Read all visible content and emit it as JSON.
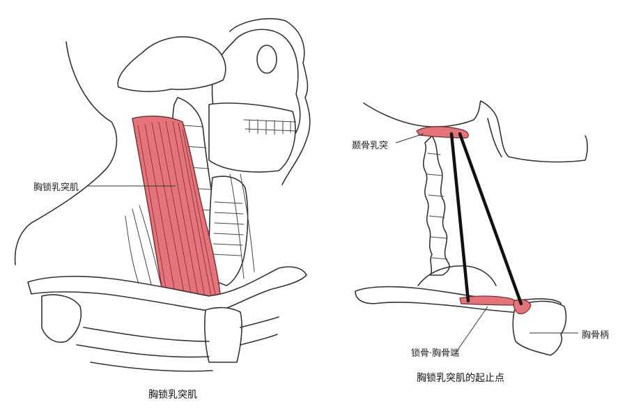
{
  "left_figure": {
    "muscle_label": "胸锁乳突肌",
    "caption": "胸锁乳突肌",
    "muscle_color": "#e4747a"
  },
  "right_figure": {
    "label_mastoid": "颞骨乳突",
    "label_sternal_clavicle": "锁骨·胸骨端",
    "label_manubrium": "胸骨柄",
    "caption": "胸锁乳突肌的起止点",
    "attachment_color": "#e4747a",
    "line_color": "#111111"
  }
}
